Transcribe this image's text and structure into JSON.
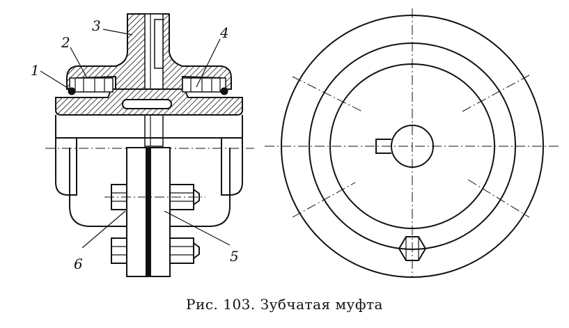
{
  "caption": "Рис. 103. Зубчатая муфта",
  "labels": {
    "p1": "1",
    "p2": "2",
    "p3": "3",
    "p4": "4",
    "p5": "5",
    "p6": "6"
  }
}
